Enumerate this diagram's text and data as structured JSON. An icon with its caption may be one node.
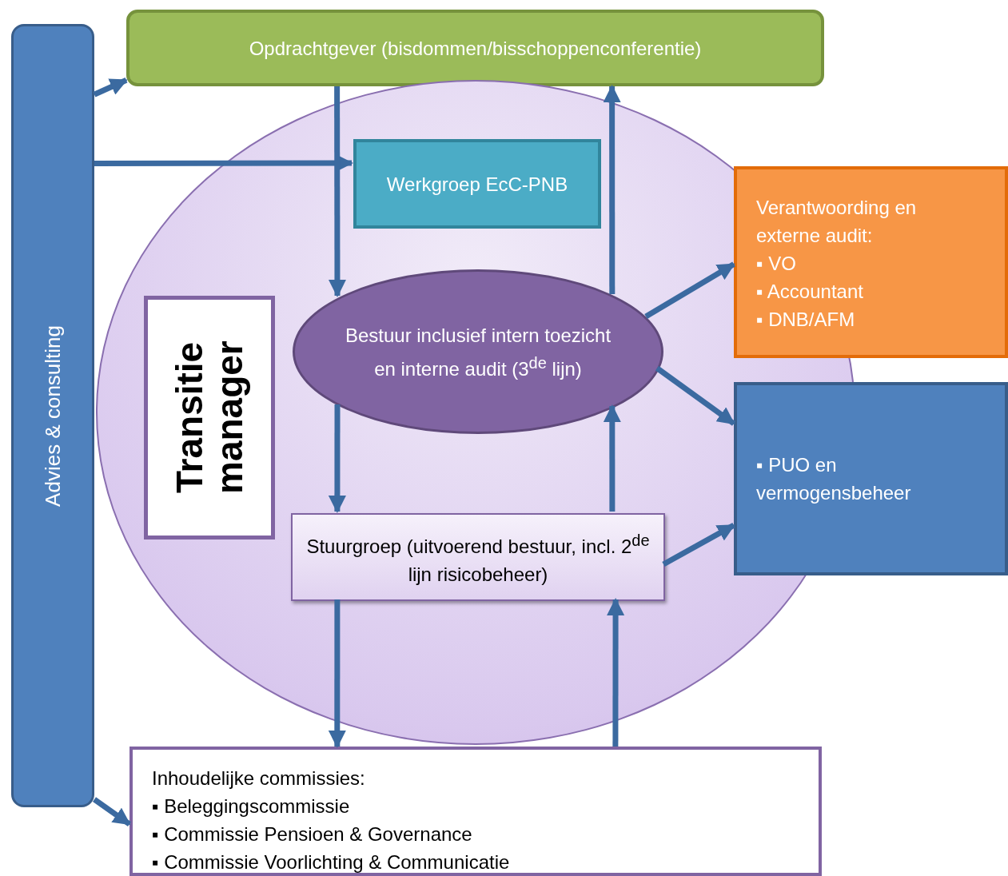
{
  "diagram": {
    "nodes": [
      {
        "text": [
          "Opdrachtgever (bisdommen/bisschoppenconferentie)"
        ]
      },
      {
        "text": [],
        "shape": "circle"
      },
      {
        "text": [
          "Werkgroep EcC-PNB"
        ],
        "in": 1
      },
      {
        "text": [
          "Transitie manager"
        ],
        "in": 1
      },
      {
        "text": [
          "Bestuur inclusief intern toezicht en interne audit (3$^{de}$ lijn)"
        ],
        "in": 1
      },
      {
        "text": [
          "Stuurgroep (uitvoerend bestuur, incl. 2$^{de}$ lijn risicobeheer)"
        ],
        "in": 1
      },
      {
        "text": [
          "Advies & consulting"
        ]
      },
      {
        "text": [
          "Verantwoording en externe audit:",
          "▪ VO",
          "▪ Accountant",
          "▪ DNB/AFM"
        ]
      },
      {
        "text": [
          "▪ PUO en vermogensbeheer"
        ]
      },
      {
        "text": [
          "Inhoudelijke commissies:",
          "▪ Beleggingscommissie",
          "▪ Commissie Pensioen & Governance",
          "▪ Commissie Voorlichting & Communicatie"
        ]
      }
    ],
    "edges": [
      {
        "from": 6,
        "to": 0,
        "arrow": "to"
      },
      {
        "from": 6,
        "to": 2,
        "arrow": "to"
      },
      {
        "from": 6,
        "to": 9,
        "arrow": "to"
      },
      {
        "from": 0,
        "to": 4,
        "arrow": "to"
      },
      {
        "from": 4,
        "to": 0,
        "arrow": "to"
      },
      {
        "from": 4,
        "to": 7,
        "arrow": "to"
      },
      {
        "from": 4,
        "to": 8,
        "arrow": "to"
      },
      {
        "from": 4,
        "to": 5,
        "arrow": "to"
      },
      {
        "from": 5,
        "to": 4,
        "arrow": "to"
      },
      {
        "from": 5,
        "to": 8,
        "arrow": "to"
      },
      {
        "from": 5,
        "to": 9,
        "arrow": "to"
      },
      {
        "from": 9,
        "to": 5,
        "arrow": "to"
      }
    ]
  }
}
